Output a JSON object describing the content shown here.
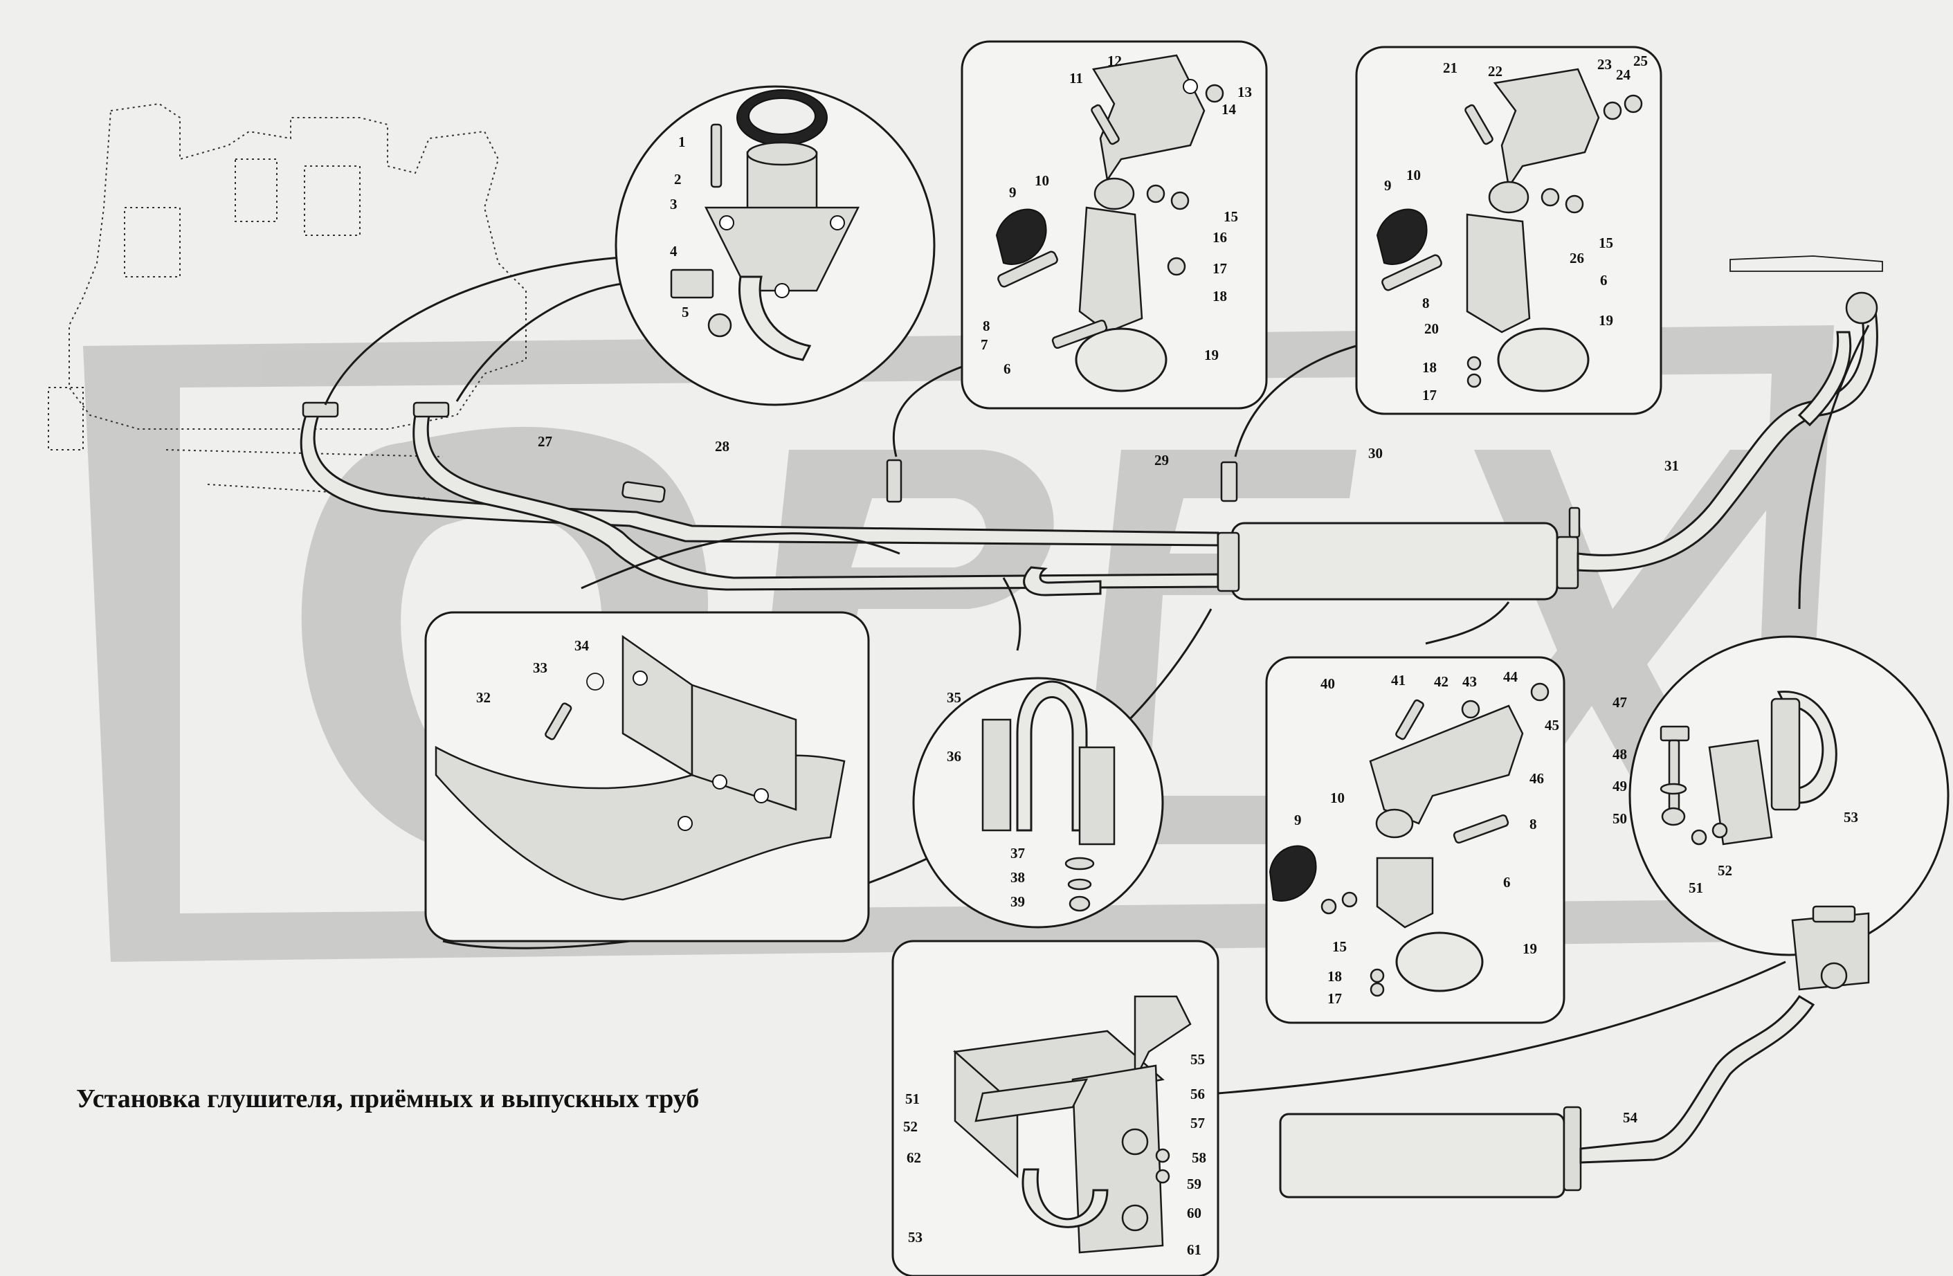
{
  "title": "Установка глушителя, приёмных и выпускных труб",
  "watermark": {
    "text": "OPEX",
    "color": "#c7c7c4"
  },
  "colors": {
    "ink": "#1a1a1a",
    "background": "#efefed",
    "watermark": "#c7c7c4"
  },
  "insets": {
    "flange": {
      "labels": [
        "1",
        "2",
        "3",
        "4",
        "5"
      ]
    },
    "bracket_front": {
      "labels": [
        "12",
        "11",
        "13",
        "14",
        "10",
        "9",
        "15",
        "16",
        "17",
        "18",
        "8",
        "7",
        "6",
        "19"
      ]
    },
    "bracket_rear": {
      "labels": [
        "21",
        "22",
        "23",
        "24",
        "25",
        "10",
        "9",
        "15",
        "26",
        "6",
        "8",
        "20",
        "19",
        "18",
        "17"
      ]
    },
    "heat_shield": {
      "labels": [
        "34",
        "33",
        "32"
      ]
    },
    "u_clamp": {
      "labels": [
        "35",
        "36",
        "37",
        "38",
        "39"
      ]
    },
    "muffler_bracket": {
      "labels": [
        "40",
        "41",
        "42",
        "43",
        "44",
        "45",
        "10",
        "46",
        "9",
        "8",
        "6",
        "15",
        "19",
        "18",
        "17"
      ]
    },
    "tail_bracket": {
      "labels": [
        "47",
        "48",
        "49",
        "50",
        "53",
        "51",
        "52"
      ]
    },
    "support": {
      "labels": [
        "55",
        "51",
        "56",
        "52",
        "57",
        "62",
        "58",
        "59",
        "60",
        "53",
        "61"
      ]
    }
  },
  "main_labels": [
    "27",
    "28",
    "29",
    "30",
    "31",
    "54"
  ]
}
